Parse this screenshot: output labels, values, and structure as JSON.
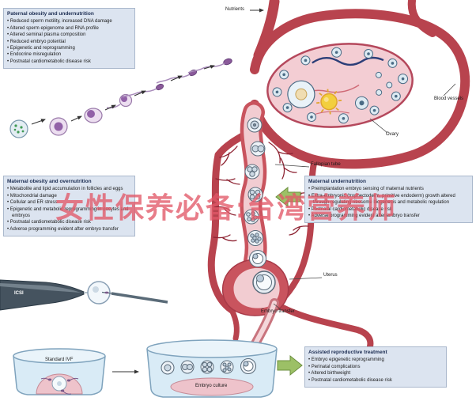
{
  "watermark": {
    "text": "女性保养必备:台湾营养师"
  },
  "boxes": {
    "paternal": {
      "title": "Paternal obesity and undernutrition",
      "items": [
        "Reduced sperm motility, increased DNA damage",
        "Altered sperm epigenome and RNA profile",
        "Altered seminal plasma composition",
        "Reduced embryo potential",
        "Epigenetic and reprogramming",
        "Endocrine misregulation",
        "Postnatal cardiometabolic disease risk"
      ]
    },
    "maternal_obesity": {
      "title": "Maternal obesity and overnutrition",
      "items": [
        "Metabolite and lipid accumulation in follicles and eggs",
        "Mitochondrial damage",
        "Cellular and ER stress",
        "Epigenetic and metabolic reprogramming in oocytes and embryos",
        "Postnatal cardiometabolic disease risk",
        "Adverse programming evident after embryo transfer"
      ]
    },
    "maternal_undernutrition": {
      "title": "Maternal undernutrition",
      "items": [
        "Preimplantation embryo sensing of maternal nutrients",
        "Extra-embryonic (trophectoderm, primitive endoderm) growth altered through regulating ribosome biogenesis and metabolic regulation",
        "Postnatal cardiometabolic disease risk",
        "Adverse programming evident after embryo transfer"
      ]
    },
    "art": {
      "title": "Assisted reproductive treatment",
      "items": [
        "Embryo epigenetic reprogramming",
        "Perinatal complications",
        "Altered birthweight",
        "Postnatal cardiometabolic disease risk"
      ]
    }
  },
  "labels": {
    "nutrients": "Nutrients",
    "blood_vessels": "Blood vessels",
    "ovary": "Ovary",
    "fallopian_tube": "Fallopian tube",
    "uterus": "Uterus",
    "embryo_transfer": "Embryo transfer",
    "icsi": "ICSI",
    "standard_ivf": "Standard IVF",
    "embryo_culture": "Embryo culture"
  },
  "colors": {
    "vessel_red": "#b8434e",
    "vessel_dark": "#8e2433",
    "tube_pink": "#f2ccd1",
    "green_arrow": "#9cc066",
    "box_bg": "#dce4f0",
    "title_navy": "#1c2d52",
    "watermark_pink": "#e15868"
  }
}
